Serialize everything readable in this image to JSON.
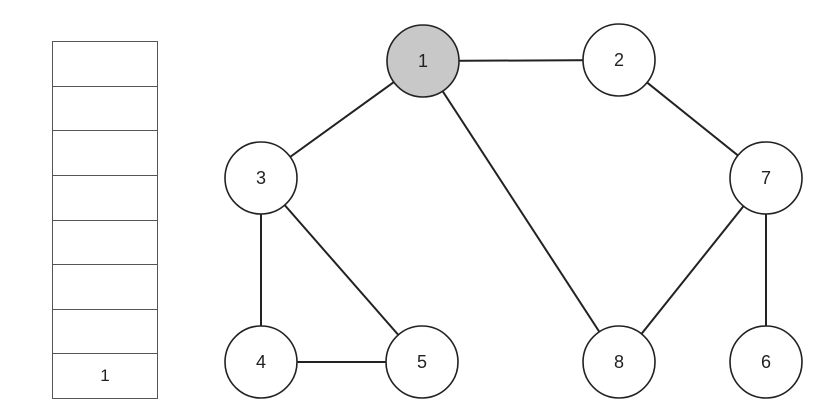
{
  "stack": {
    "cells": [
      "",
      "",
      "",
      "",
      "",
      "",
      "",
      "1"
    ]
  },
  "graph": {
    "nodes": [
      {
        "id": "1",
        "label": "1",
        "visited": true
      },
      {
        "id": "2",
        "label": "2",
        "visited": false
      },
      {
        "id": "3",
        "label": "3",
        "visited": false
      },
      {
        "id": "4",
        "label": "4",
        "visited": false
      },
      {
        "id": "5",
        "label": "5",
        "visited": false
      },
      {
        "id": "6",
        "label": "6",
        "visited": false
      },
      {
        "id": "7",
        "label": "7",
        "visited": false
      },
      {
        "id": "8",
        "label": "8",
        "visited": false
      }
    ],
    "edges": [
      [
        "1",
        "2"
      ],
      [
        "1",
        "3"
      ],
      [
        "1",
        "8"
      ],
      [
        "2",
        "7"
      ],
      [
        "3",
        "4"
      ],
      [
        "3",
        "5"
      ],
      [
        "4",
        "5"
      ],
      [
        "7",
        "8"
      ],
      [
        "7",
        "6"
      ]
    ]
  },
  "colors": {
    "visited_fill": "#c8c8c8",
    "default_fill": "#ffffff",
    "stroke": "#222222"
  }
}
